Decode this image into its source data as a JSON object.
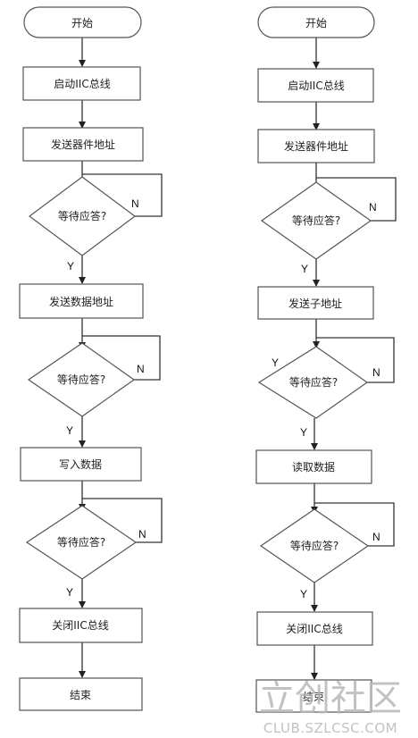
{
  "left_flow": {
    "start": "开始",
    "start_bus": "启动IIC总线",
    "send_device_addr": "发送器件地址",
    "wait_ack_1": "等待应答?",
    "send_data_addr": "发送数据地址",
    "wait_ack_2": "等待应答?",
    "write_data": "写入数据",
    "wait_ack_3": "等待应答?",
    "close_bus": "关闭IIC总线",
    "end": "结束",
    "yes": "Y",
    "no": "N"
  },
  "right_flow": {
    "start": "开始",
    "start_bus": "启动IIC总线",
    "send_device_addr": "发送器件地址",
    "wait_ack_1": "等待应答?",
    "send_sub_addr": "发送子地址",
    "wait_ack_2": "等待应答?",
    "read_data": "读取数据",
    "wait_ack_3": "等待应答?",
    "close_bus": "关闭IIC总线",
    "end": "结束",
    "yes": "Y",
    "no": "N"
  },
  "watermark": {
    "name": "立创社区",
    "url": "CLUB.SZLCSC.COM"
  }
}
